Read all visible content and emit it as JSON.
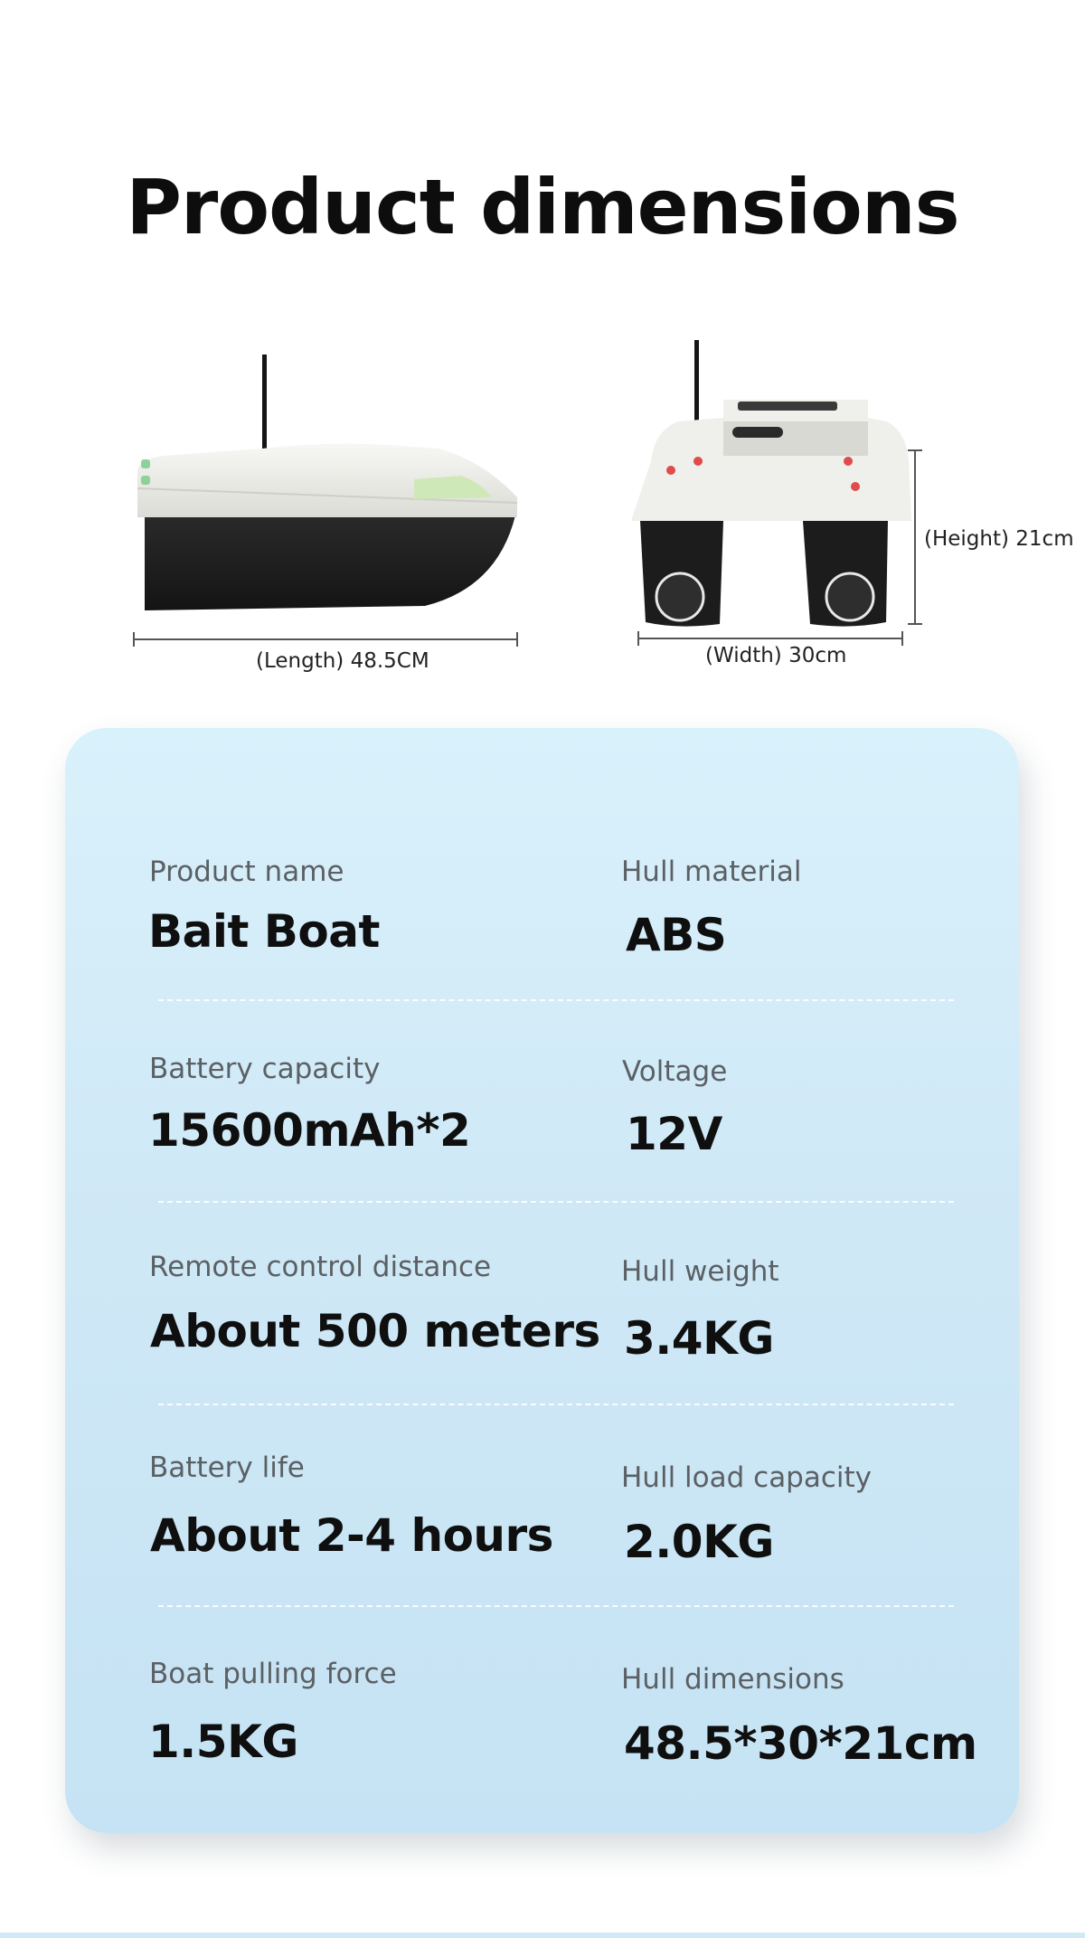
{
  "title": "Product dimensions",
  "dimensions": {
    "length_label": "(Length) 48.5CM",
    "width_label": "(Width) 30cm",
    "height_label": "(Height) 21cm"
  },
  "specs": {
    "rows": [
      {
        "left": {
          "label": "Product name",
          "value": "Bait Boat"
        },
        "right": {
          "label": "Hull material",
          "value": "ABS"
        }
      },
      {
        "left": {
          "label": "Battery capacity",
          "value": "15600mAh*2"
        },
        "right": {
          "label": "Voltage",
          "value": "12V"
        }
      },
      {
        "left": {
          "label": "Remote control distance",
          "value": "About 500 meters"
        },
        "right": {
          "label": "Hull weight",
          "value": "3.4KG"
        }
      },
      {
        "left": {
          "label": "Battery life",
          "value": "About 2-4 hours"
        },
        "right": {
          "label": "Hull load capacity",
          "value": "2.0KG"
        }
      },
      {
        "left": {
          "label": "Boat pulling force",
          "value": "1.5KG"
        },
        "right": {
          "label": "Hull dimensions",
          "value": "48.5*30*21cm"
        }
      }
    ]
  },
  "colors": {
    "card_top": "#d9f1fb",
    "card_bottom": "#c5e3f4",
    "hull_white": "#eeeeea",
    "hull_black": "#1c1c1c"
  }
}
